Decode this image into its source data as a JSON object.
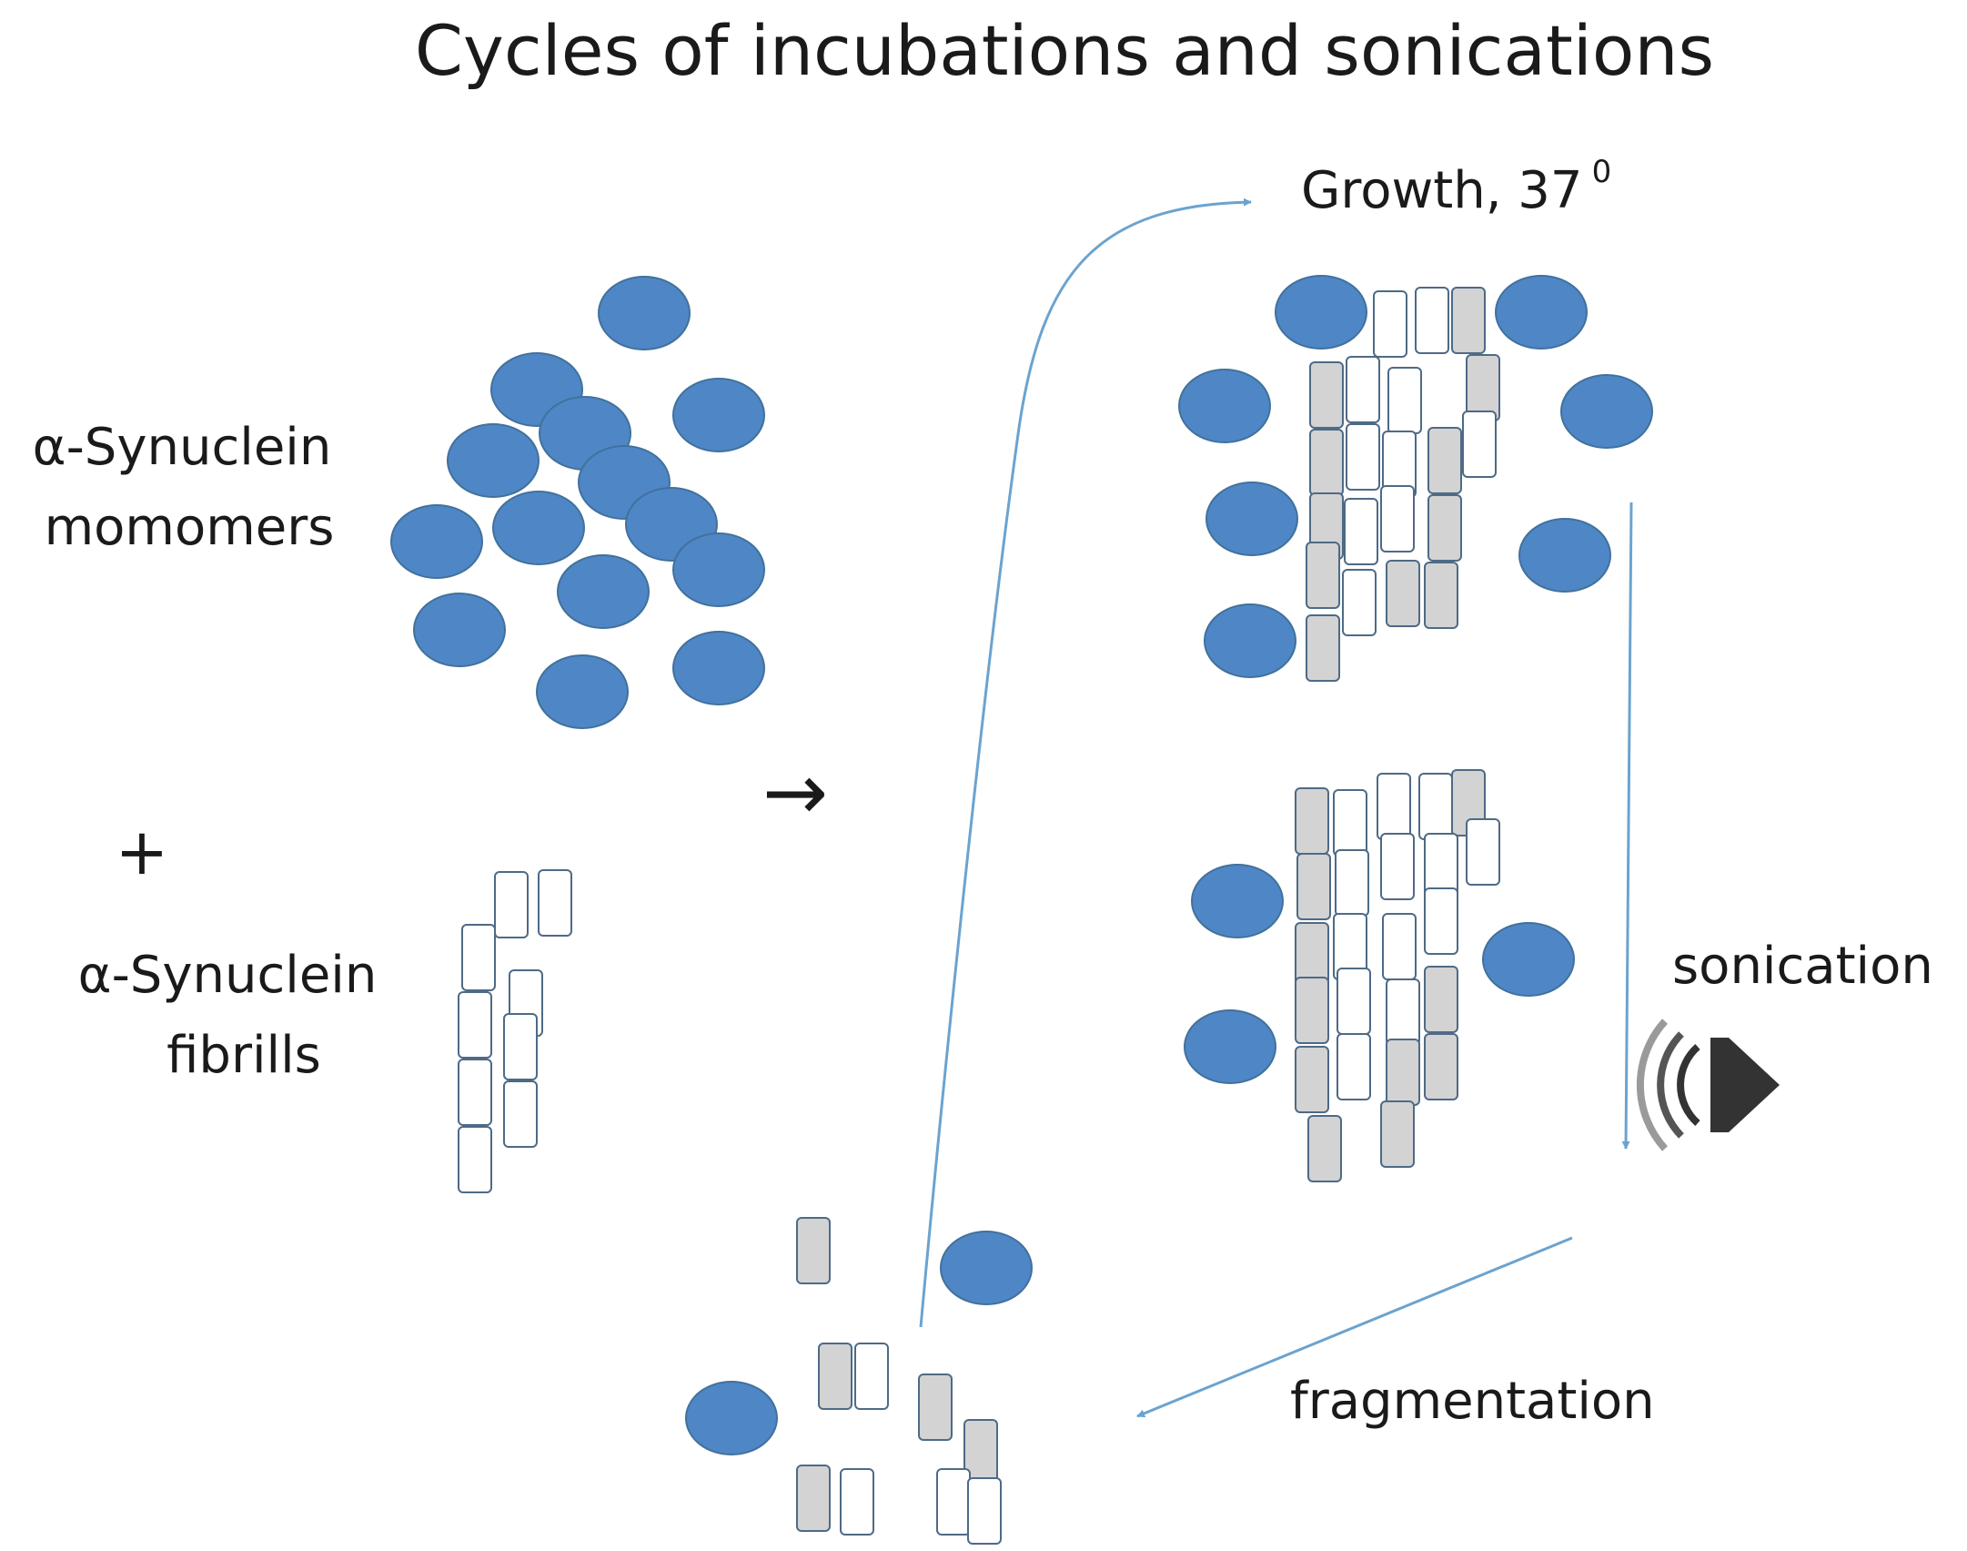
{
  "title": "Cycles of incubations and sonications",
  "labels": {
    "monomers_line1": "α-Synuclein",
    "monomers_line2": "momomers",
    "plus": "+",
    "fibrils_line1": "α-Synuclein",
    "fibrils_line2": "fibrills",
    "arrow": "→",
    "growth": "Growth, 37",
    "growth_sup": "0",
    "sonication": "sonication",
    "fragmentation": "fragmentation"
  },
  "icons": {
    "sound": "speaker-sound-waves-icon"
  },
  "colors": {
    "monomer_fill": "#4f86c6",
    "monomer_stroke": "#41719c",
    "fibril_new_fill": "#d3d3d3",
    "fibril_stroke": "#4e6a86",
    "fibril_seed_fill": "#ffffff",
    "arrow_color": "#6ba3cf",
    "text": "#1a1a1a"
  }
}
